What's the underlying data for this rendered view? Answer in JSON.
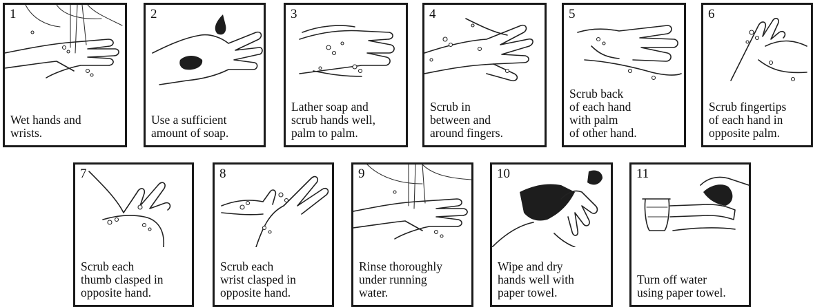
{
  "steps": [
    {
      "number": "1",
      "caption": "Wet hands and\nwrists."
    },
    {
      "number": "2",
      "caption": "Use a sufficient\namount of soap."
    },
    {
      "number": "3",
      "caption": "Lather soap and\nscrub hands well,\npalm to palm."
    },
    {
      "number": "4",
      "caption": "Scrub in\nbetween and\naround fingers."
    },
    {
      "number": "5",
      "caption": "Scrub back\nof each hand\nwith palm\nof other hand."
    },
    {
      "number": "6",
      "caption": "Scrub fingertips\nof each hand in\nopposite palm."
    },
    {
      "number": "7",
      "caption": "Scrub each\nthumb clasped in\nopposite hand."
    },
    {
      "number": "8",
      "caption": "Scrub each\nwrist clasped in\nopposite hand."
    },
    {
      "number": "9",
      "caption": "Rinse thoroughly\nunder running\nwater."
    },
    {
      "number": "10",
      "caption": "Wipe and dry\nhands well with\npaper towel."
    },
    {
      "number": "11",
      "caption": "Turn off water\nusing paper towel."
    }
  ],
  "illustrations": {
    "1": "hands-under-running-water-icon",
    "2": "soap-drop-on-palm-icon",
    "3": "palm-to-palm-lather-icon",
    "4": "interlaced-fingers-icon",
    "5": "back-of-hand-scrub-icon",
    "6": "fingertips-in-palm-icon",
    "7": "thumb-clasp-icon",
    "8": "wrist-clasp-icon",
    "9": "rinse-under-water-icon",
    "10": "paper-towel-dry-icon",
    "11": "faucet-off-with-towel-icon"
  }
}
